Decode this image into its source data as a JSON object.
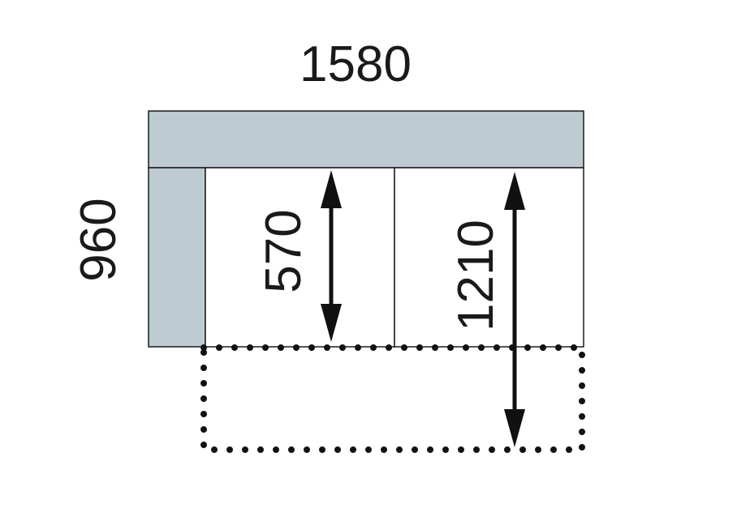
{
  "dimensions": {
    "width_label": "1580",
    "depth_label": "960",
    "seat_depth_label": "570",
    "extended_depth_label": "1210"
  },
  "colors": {
    "backrest_fill": "#bfcbd3",
    "seat_fill": "#ffffff",
    "outline": "#1a1a1a",
    "arrow": "#111111",
    "dots": "#111111"
  }
}
